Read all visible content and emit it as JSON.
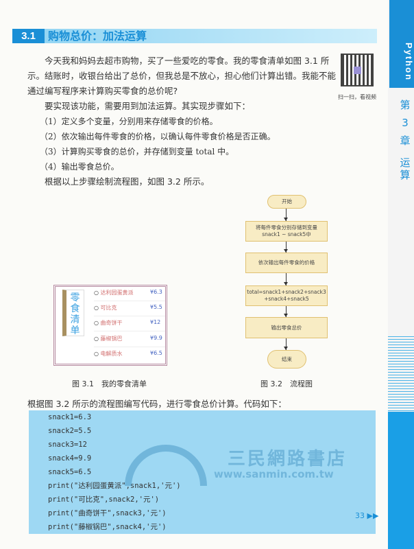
{
  "header": {
    "number": "3.1",
    "title": "购物总价：加法运算"
  },
  "side_tab": {
    "book": "Python",
    "chapter": [
      "第",
      "3",
      "章",
      "运",
      "算"
    ]
  },
  "qr": {
    "caption": "扫一扫，看视频"
  },
  "paragraphs": {
    "p1": "今天我和妈妈去超市购物，买了一些爱吃的零食。我的零食清单如图 3.1 所示。结账时，收银台给出了总价，但我总是不放心，担心他们计算出错。我能不能通过编写程序来计算购买零食的总价呢?",
    "p2": "要实现该功能，需要用到加法运算。其实现步骤如下：",
    "steps": [
      "（1）定义多个变量，分别用来存储零食的价格。",
      "（2）依次输出每件零食的价格，以确认每件零食价格是否正确。",
      "（3）计算购买零食的总价，并存储到变量 total 中。",
      "（4）输出零食总价。"
    ],
    "p3": "根据以上步骤绘制流程图，如图 3.2 所示。",
    "p4": "根据图 3.2 所示的流程图编写代码，进行零食总价计算。代码如下："
  },
  "snack_card": {
    "title": "零食清单",
    "items": [
      {
        "name": "达利园蛋黄派",
        "price": "¥6.3"
      },
      {
        "name": "可比克",
        "price": "¥5.5"
      },
      {
        "name": "曲奇饼干",
        "price": "¥12"
      },
      {
        "name": "藤椒锅巴",
        "price": "¥9.9"
      },
      {
        "name": "电解质水",
        "price": "¥6.5"
      }
    ]
  },
  "flowchart": {
    "start": "开始",
    "step1": "将每件零食分别存储到变量 snack1 ~ snack5中",
    "step2": "依次输出每件零食的价格",
    "step3": "total=snack1+snack2+snack3 +snack4+snack5",
    "step4": "输出零食总价",
    "end": "结束"
  },
  "captions": {
    "fig1": "图 3.1　我的零食清单",
    "fig2": "图 3.2　流程图"
  },
  "code": [
    "snack1=6.3",
    "snack2=5.5",
    "snack3=12",
    "snack4=9.9",
    "snack5=6.5",
    "print(\"达利园蛋黄派\",snack1,'元')",
    "print(\"可比克\",snack2,'元')",
    "print(\"曲奇饼干\",snack3,'元')",
    "print(\"藤椒锅巴\",snack4,'元')"
  ],
  "watermark": {
    "name": "三民網路書店",
    "url": "www.sanmin.com.tw"
  },
  "page_number": "33 ▶▶",
  "colors": {
    "accent": "#1a8fd6",
    "code_bg": "#9ed8f3",
    "flow_fill": "#f8ecc4"
  }
}
